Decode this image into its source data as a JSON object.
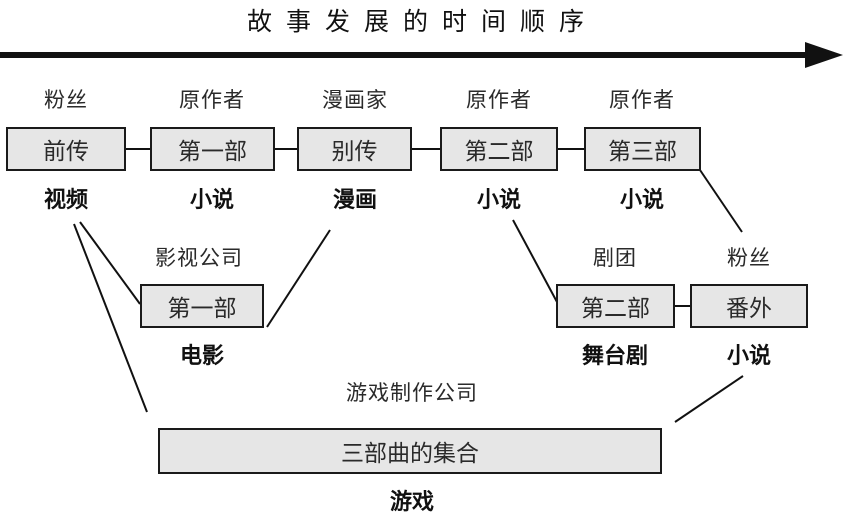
{
  "title": "故事发展的时间顺序",
  "nodes": [
    {
      "id": "prequel",
      "box": "前传",
      "creator": "粉丝",
      "medium": "视频"
    },
    {
      "id": "novel1",
      "box": "第一部",
      "creator": "原作者",
      "medium": "小说"
    },
    {
      "id": "sidestory",
      "box": "别传",
      "creator": "漫画家",
      "medium": "漫画"
    },
    {
      "id": "novel2",
      "box": "第二部",
      "creator": "原作者",
      "medium": "小说"
    },
    {
      "id": "novel3",
      "box": "第三部",
      "creator": "原作者",
      "medium": "小说"
    },
    {
      "id": "film1",
      "box": "第一部",
      "creator": "影视公司",
      "medium": "电影"
    },
    {
      "id": "play2",
      "box": "第二部",
      "creator": "剧团",
      "medium": "舞台剧"
    },
    {
      "id": "extra",
      "box": "番外",
      "creator": "粉丝",
      "medium": "小说"
    },
    {
      "id": "game",
      "box": "三部曲的集合",
      "creator": "游戏制作公司",
      "medium": "游戏"
    }
  ]
}
